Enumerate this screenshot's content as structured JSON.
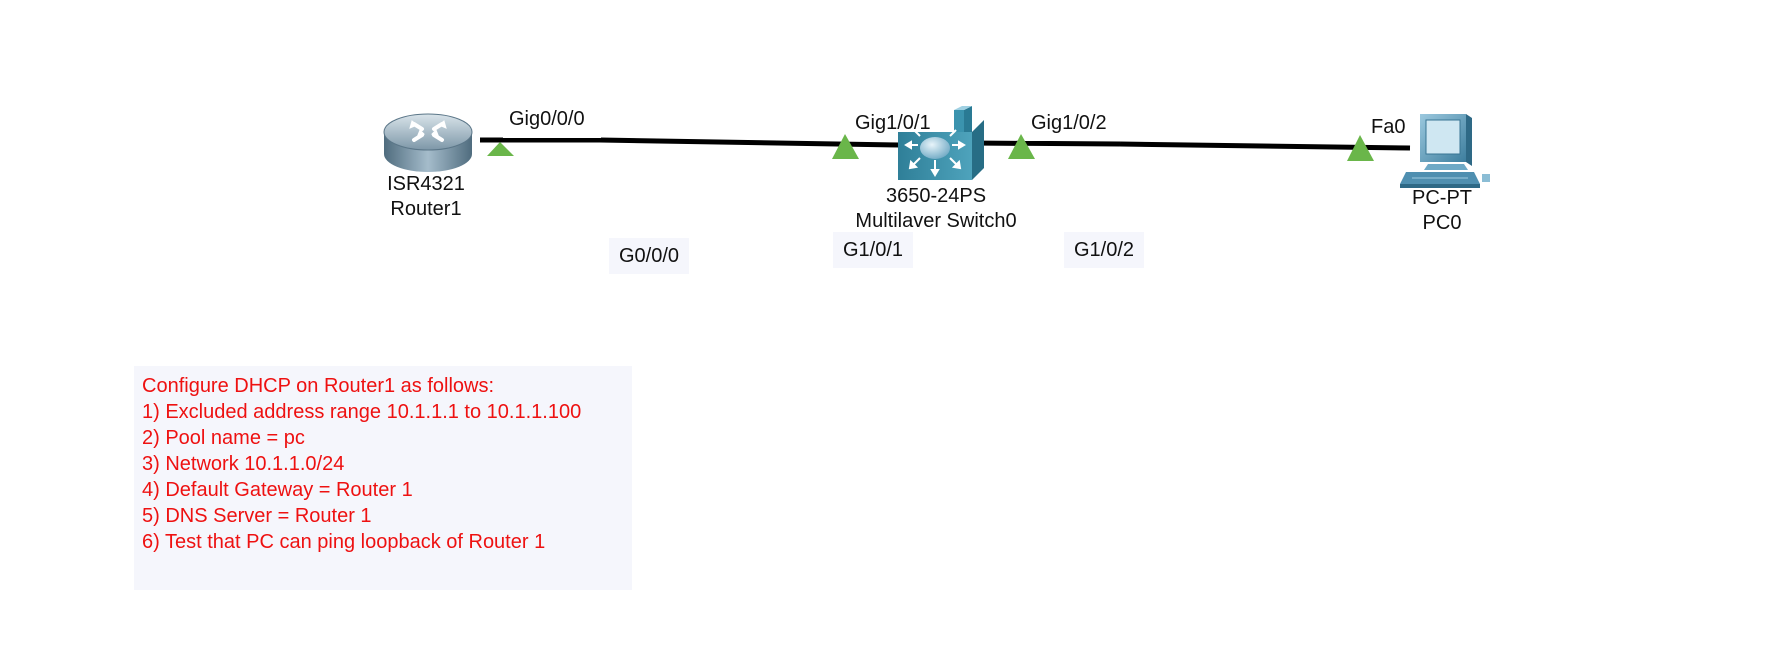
{
  "colors": {
    "link": "#000000",
    "port_indicator": "#6ab64a",
    "instructions_text": "#ee1111",
    "note_background": "#f5f6fc"
  },
  "devices": {
    "router": {
      "icon": "router-icon",
      "model": "ISR4321",
      "name": "Router1"
    },
    "switch": {
      "icon": "multilayer-switch-icon",
      "model": "3650-24PS",
      "name": "Multilaver Switch0"
    },
    "pc": {
      "icon": "pc-icon",
      "model": "PC-PT",
      "name": "PC0"
    }
  },
  "port_labels": {
    "router_gig": "Gig0/0/0",
    "switch_gig1": "Gig1/0/1",
    "switch_gig2": "Gig1/0/2",
    "pc_fa": "Fa0"
  },
  "notes": {
    "g000": "G0/0/0",
    "g101": "G1/0/1",
    "g102": "G1/0/2"
  },
  "instructions": {
    "line1": "Configure DHCP on Router1 as follows:",
    "line2": "1) Excluded address range 10.1.1.1 to 10.1.1.100",
    "line3": "2) Pool name = pc",
    "line4": "3) Network 10.1.1.0/24",
    "line5": "4) Default Gateway = Router 1",
    "line6": "5) DNS Server = Router 1",
    "line7": "6) Test that PC can ping loopback of Router 1"
  }
}
